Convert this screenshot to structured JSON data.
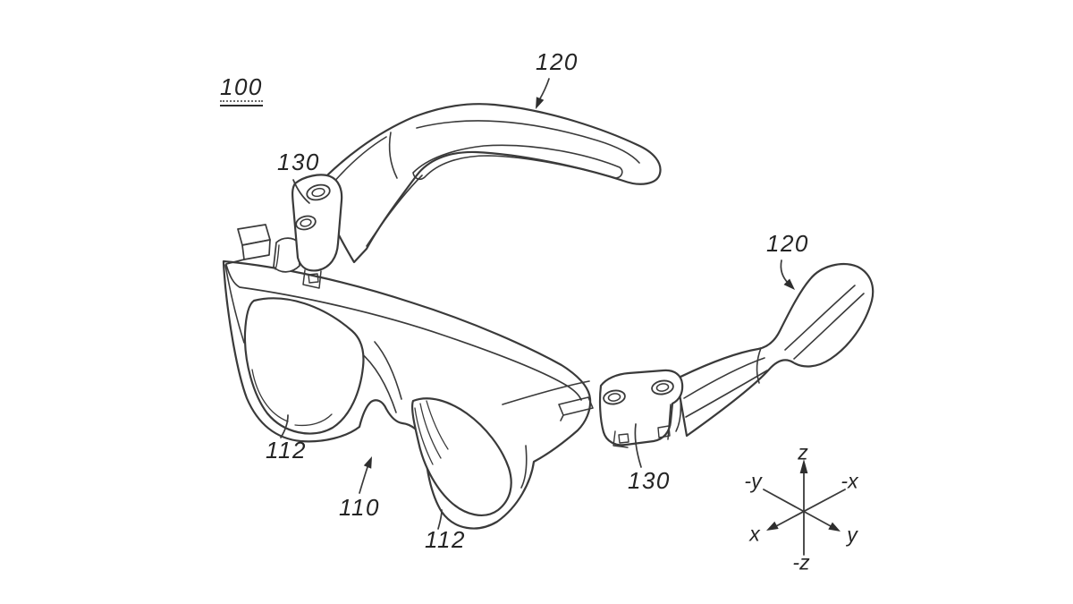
{
  "figure": {
    "labels": {
      "ref_100": "100",
      "ref_120_top": "120",
      "ref_130_left": "130",
      "ref_120_right": "120",
      "ref_112_left": "112",
      "ref_110": "110",
      "ref_112_bottom": "112",
      "ref_130_bottom": "130"
    },
    "axis": {
      "z": "z",
      "neg_z": "-z",
      "neg_y": "-y",
      "neg_x": "-x",
      "x": "x",
      "y": "y"
    },
    "colors": {
      "line": "#3a3a3a",
      "background": "#ffffff",
      "label_text": "#242424"
    }
  }
}
